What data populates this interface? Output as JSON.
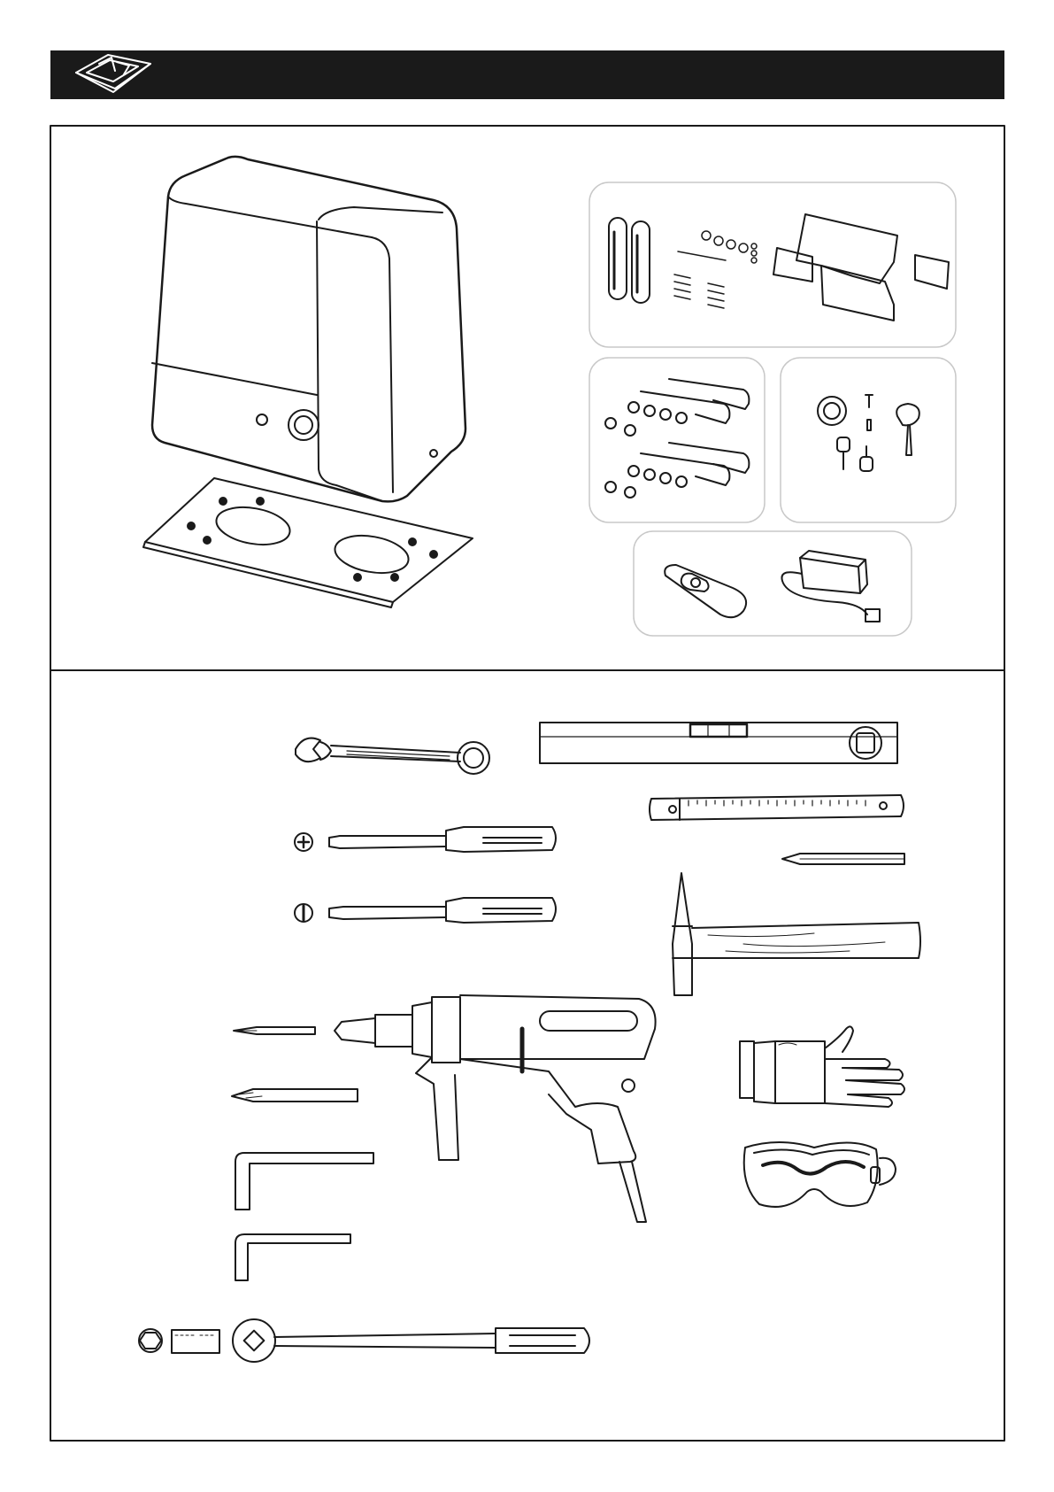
{
  "header": {
    "icon": "open-box-icon",
    "background": "#1a1a1a"
  },
  "sections": [
    {
      "id": "package-contents",
      "items": [
        "gate-motor-unit",
        "base-plate",
        "mounting-hardware",
        "anchor-bolts",
        "release-key-parts",
        "remote-control",
        "power-adapter"
      ]
    },
    {
      "id": "tools-required",
      "items": [
        "combination-wrench",
        "phillips-screwdriver",
        "flat-screwdriver",
        "spirit-level",
        "folding-ruler",
        "pencil",
        "hammer",
        "drill-bits",
        "electric-drill",
        "hex-keys",
        "socket-wrench",
        "work-gloves",
        "safety-goggles"
      ]
    }
  ],
  "colors": {
    "line": "#1a1a1a",
    "panel_border": "#c8c8c8",
    "frame": "#1a1a1a"
  }
}
